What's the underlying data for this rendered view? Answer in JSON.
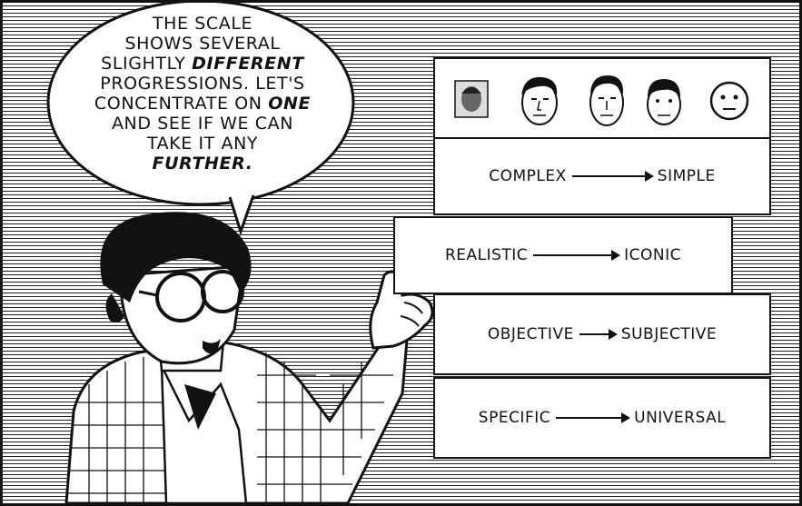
{
  "speech_bubble": {
    "lines": [
      [
        "THE SCALE"
      ],
      [
        "SHOWS SEVERAL"
      ],
      [
        "SLIGHTLY ",
        "DIFFERENT"
      ],
      [
        "PROGRESSIONS. LET'S"
      ],
      [
        "CONCENTRATE ON ",
        "ONE"
      ],
      [
        "AND SEE IF WE CAN"
      ],
      [
        "TAKE IT ANY"
      ],
      [
        "",
        "FURTHER."
      ]
    ]
  },
  "scale_rows": [
    {
      "from": "COMPLEX",
      "to": "SIMPLE"
    },
    {
      "from": "REALISTIC",
      "to": "ICONIC"
    },
    {
      "from": "OBJECTIVE",
      "to": "SUBJECTIVE"
    },
    {
      "from": "SPECIFIC",
      "to": "UNIVERSAL"
    }
  ],
  "faces": [
    "photo-face",
    "detailed-drawn-face",
    "realistic-drawn-face",
    "simplified-face",
    "smiley-face"
  ],
  "colors": {
    "ink": "#111111",
    "paper": "#ffffff"
  }
}
